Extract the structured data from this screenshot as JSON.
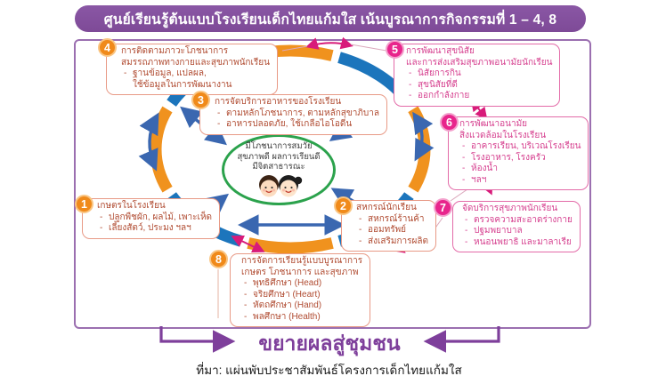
{
  "header": {
    "title": "ศูนย์เรียนรู้ต้นแบบโรงเรียนเด็กไทยแก้มใส เน้นบูรณาการกิจกรรมที่ 1 – 4, 8"
  },
  "center": {
    "line1": "มีโภชนาการสมวัย",
    "line2": "สุขภาพดี ผลการเรียนดี",
    "line3": "มีจิตสาธารณะ"
  },
  "items": [
    {
      "number": "1",
      "title_lines": [
        "เกษตรในโรงเรียน"
      ],
      "bullets": [
        "ปลูกพืชผัก, ผลไม้, เพาะเห็ด",
        "เลี้ยงสัตว์, ประมง ฯลฯ"
      ]
    },
    {
      "number": "2",
      "title_lines": [
        "สหกรณ์นักเรียน"
      ],
      "bullets": [
        "สหกรณ์ร้านค้า",
        "ออมทรัพย์",
        "ส่งเสริมการผลิต"
      ]
    },
    {
      "number": "3",
      "title_lines": [
        "การจัดบริการอาหารของโรงเรียน"
      ],
      "bullets": [
        "ตามหลักโภชนาการ, ตามหลักสุขาภิบาล",
        "อาหารปลอดภัย, ใช้เกลือไอโอดีน"
      ]
    },
    {
      "number": "4",
      "title_lines": [
        "การติดตามภาวะโภชนาการ",
        "สมรรถภาพทางกายและสุขภาพนักเรียน"
      ],
      "bullets": [
        "ฐานข้อมูล, แปลผล,",
        "ใช้ข้อมูลในการพัฒนางาน"
      ]
    },
    {
      "number": "5",
      "title_lines": [
        "การพัฒนาสุขนิสัย",
        "และการส่งเสริมสุขภาพอนามัยนักเรียน"
      ],
      "bullets": [
        "นิสัยการกิน",
        "สุขนิสัยที่ดี",
        "ออกกำลังกาย"
      ]
    },
    {
      "number": "6",
      "title_lines": [
        "การพัฒนาอนามัย",
        "สิ่งแวดล้อมในโรงเรียน"
      ],
      "bullets": [
        "อาคารเรียน, บริเวณโรงเรียน",
        "โรงอาหาร, โรงครัว",
        "ห้องน้ำ",
        "ฯลฯ"
      ]
    },
    {
      "number": "7",
      "title_lines": [
        "จัดบริการสุขภาพนักเรียน"
      ],
      "bullets": [
        "ตรวจความสะอาดร่างกาย",
        "ปฐมพยาบาล",
        "หนอนพยาธิ และมาลาเรีย"
      ]
    },
    {
      "number": "8",
      "title_lines": [
        "การจัดการเรียนรู้แบบบูรณาการ",
        "เกษตร โภชนาการ และสุขภาพ"
      ],
      "bullets": [
        "พุทธิศึกษา (Head)",
        "จริยศึกษา (Heart)",
        "หัตถศึกษา (Hand)",
        "พลศึกษา (Health)"
      ]
    }
  ],
  "footer": {
    "banner": "ขยายผลสู่ชุมชน",
    "caption": "ที่มา: แผ่นพับประชาสัมพันธ์โครงการเด็กไทยแก้มใส"
  },
  "colors": {
    "title_bar_purple": "#8a57a5",
    "panel_border_purple": "#9b6fb0",
    "ring_orange": "#f0921e",
    "ring_blue": "#1c75bc",
    "center_green": "#2ba24c",
    "warm_border": "#e89a86",
    "warm_text": "#b04b31",
    "pink_border": "#e36ba8",
    "pink_text": "#d6408f",
    "badge_orange": "#f08a1a",
    "badge_pink": "#e8258c",
    "arrow_blue": "#3a67b0",
    "arrow_pink": "#d81b7a",
    "banner_purple": "#7e3f9b"
  }
}
